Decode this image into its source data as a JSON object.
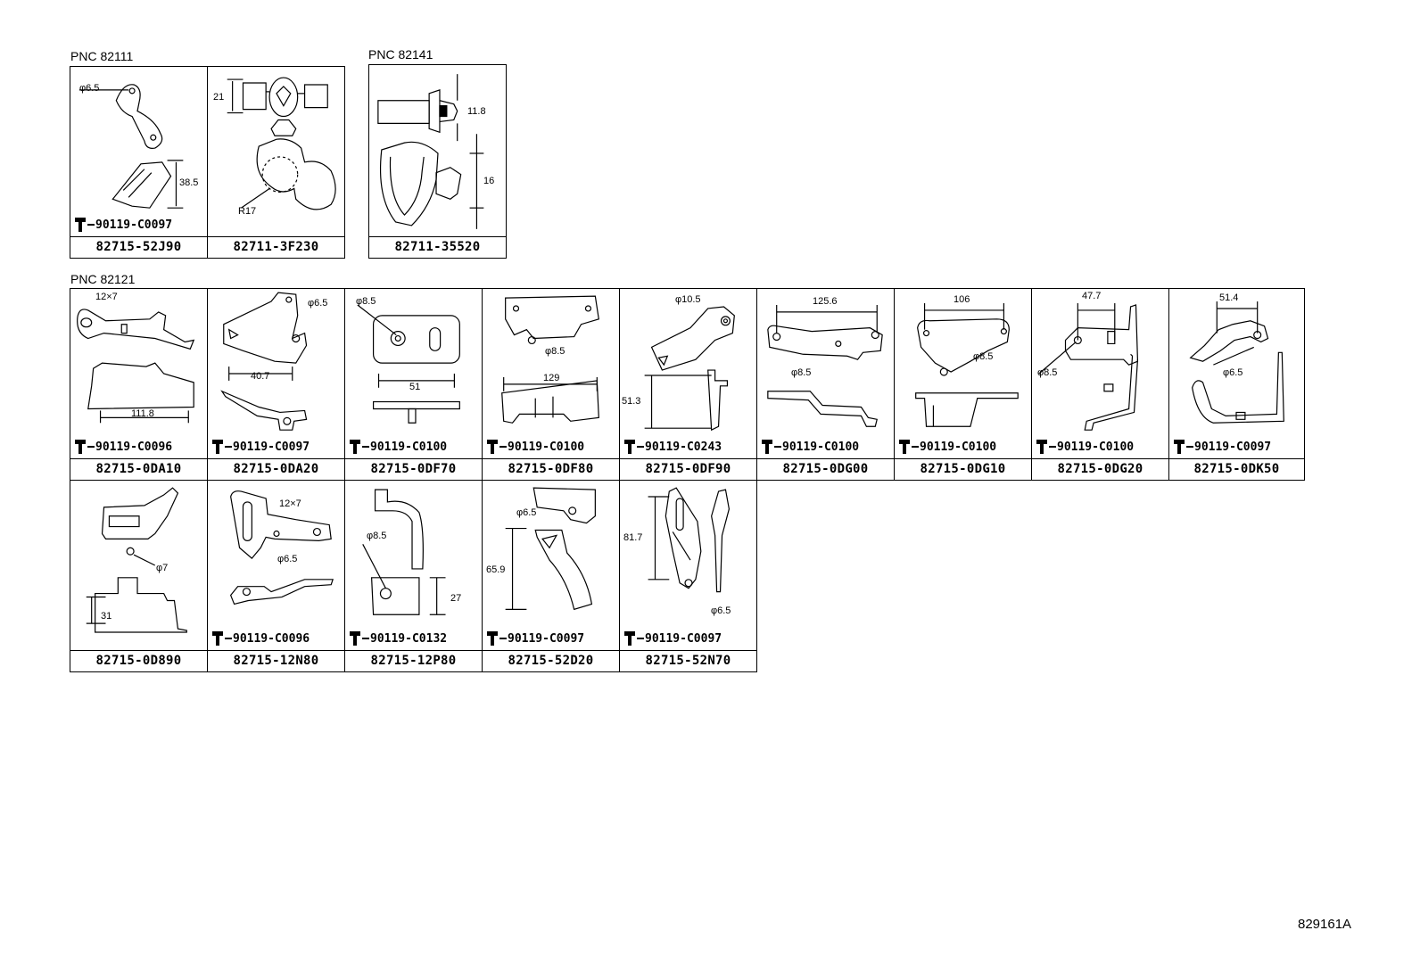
{
  "groups": [
    {
      "pnc_label": "PNC 82111",
      "cells": [
        {
          "part": "82715-52J90",
          "bolt": "90119-C0097",
          "dims": [
            "φ6.5",
            "38.5"
          ]
        },
        {
          "part": "82711-3F230",
          "bolt": "",
          "dims": [
            "21",
            "R17"
          ]
        }
      ]
    },
    {
      "pnc_label": "PNC 82141",
      "cells": [
        {
          "part": "82711-35520",
          "bolt": "",
          "dims": [
            "11.8",
            "16"
          ]
        }
      ]
    },
    {
      "pnc_label": "PNC 82121",
      "cells": [
        {
          "part": "82715-0DA10",
          "bolt": "90119-C0096",
          "dims": [
            "12×7",
            "111.8"
          ]
        },
        {
          "part": "82715-0DA20",
          "bolt": "90119-C0097",
          "dims": [
            "φ6.5",
            "40.7"
          ]
        },
        {
          "part": "82715-0DF70",
          "bolt": "90119-C0100",
          "dims": [
            "φ8.5",
            "51"
          ]
        },
        {
          "part": "82715-0DF80",
          "bolt": "90119-C0100",
          "dims": [
            "φ8.5",
            "129"
          ]
        },
        {
          "part": "82715-0DF90",
          "bolt": "90119-C0243",
          "dims": [
            "φ10.5",
            "51.3"
          ]
        },
        {
          "part": "82715-0DG00",
          "bolt": "90119-C0100",
          "dims": [
            "125.6",
            "φ8.5"
          ]
        },
        {
          "part": "82715-0DG10",
          "bolt": "90119-C0100",
          "dims": [
            "106",
            "φ8.5"
          ]
        },
        {
          "part": "82715-0DG20",
          "bolt": "90119-C0100",
          "dims": [
            "47.7",
            "φ8.5"
          ]
        },
        {
          "part": "82715-0DK50",
          "bolt": "90119-C0097",
          "dims": [
            "51.4",
            "φ6.5"
          ]
        },
        {
          "part": "82715-0D890",
          "bolt": "",
          "dims": [
            "φ7",
            "31"
          ]
        },
        {
          "part": "82715-12N80",
          "bolt": "90119-C0096",
          "dims": [
            "12×7",
            "φ6.5"
          ]
        },
        {
          "part": "82715-12P80",
          "bolt": "90119-C0132",
          "dims": [
            "φ8.5",
            "27"
          ]
        },
        {
          "part": "82715-52D20",
          "bolt": "90119-C0097",
          "dims": [
            "φ6.5",
            "65.9"
          ]
        },
        {
          "part": "82715-52N70",
          "bolt": "90119-C0097",
          "dims": [
            "81.7",
            "φ6.5"
          ]
        }
      ]
    }
  ],
  "figure_id": "829161A"
}
